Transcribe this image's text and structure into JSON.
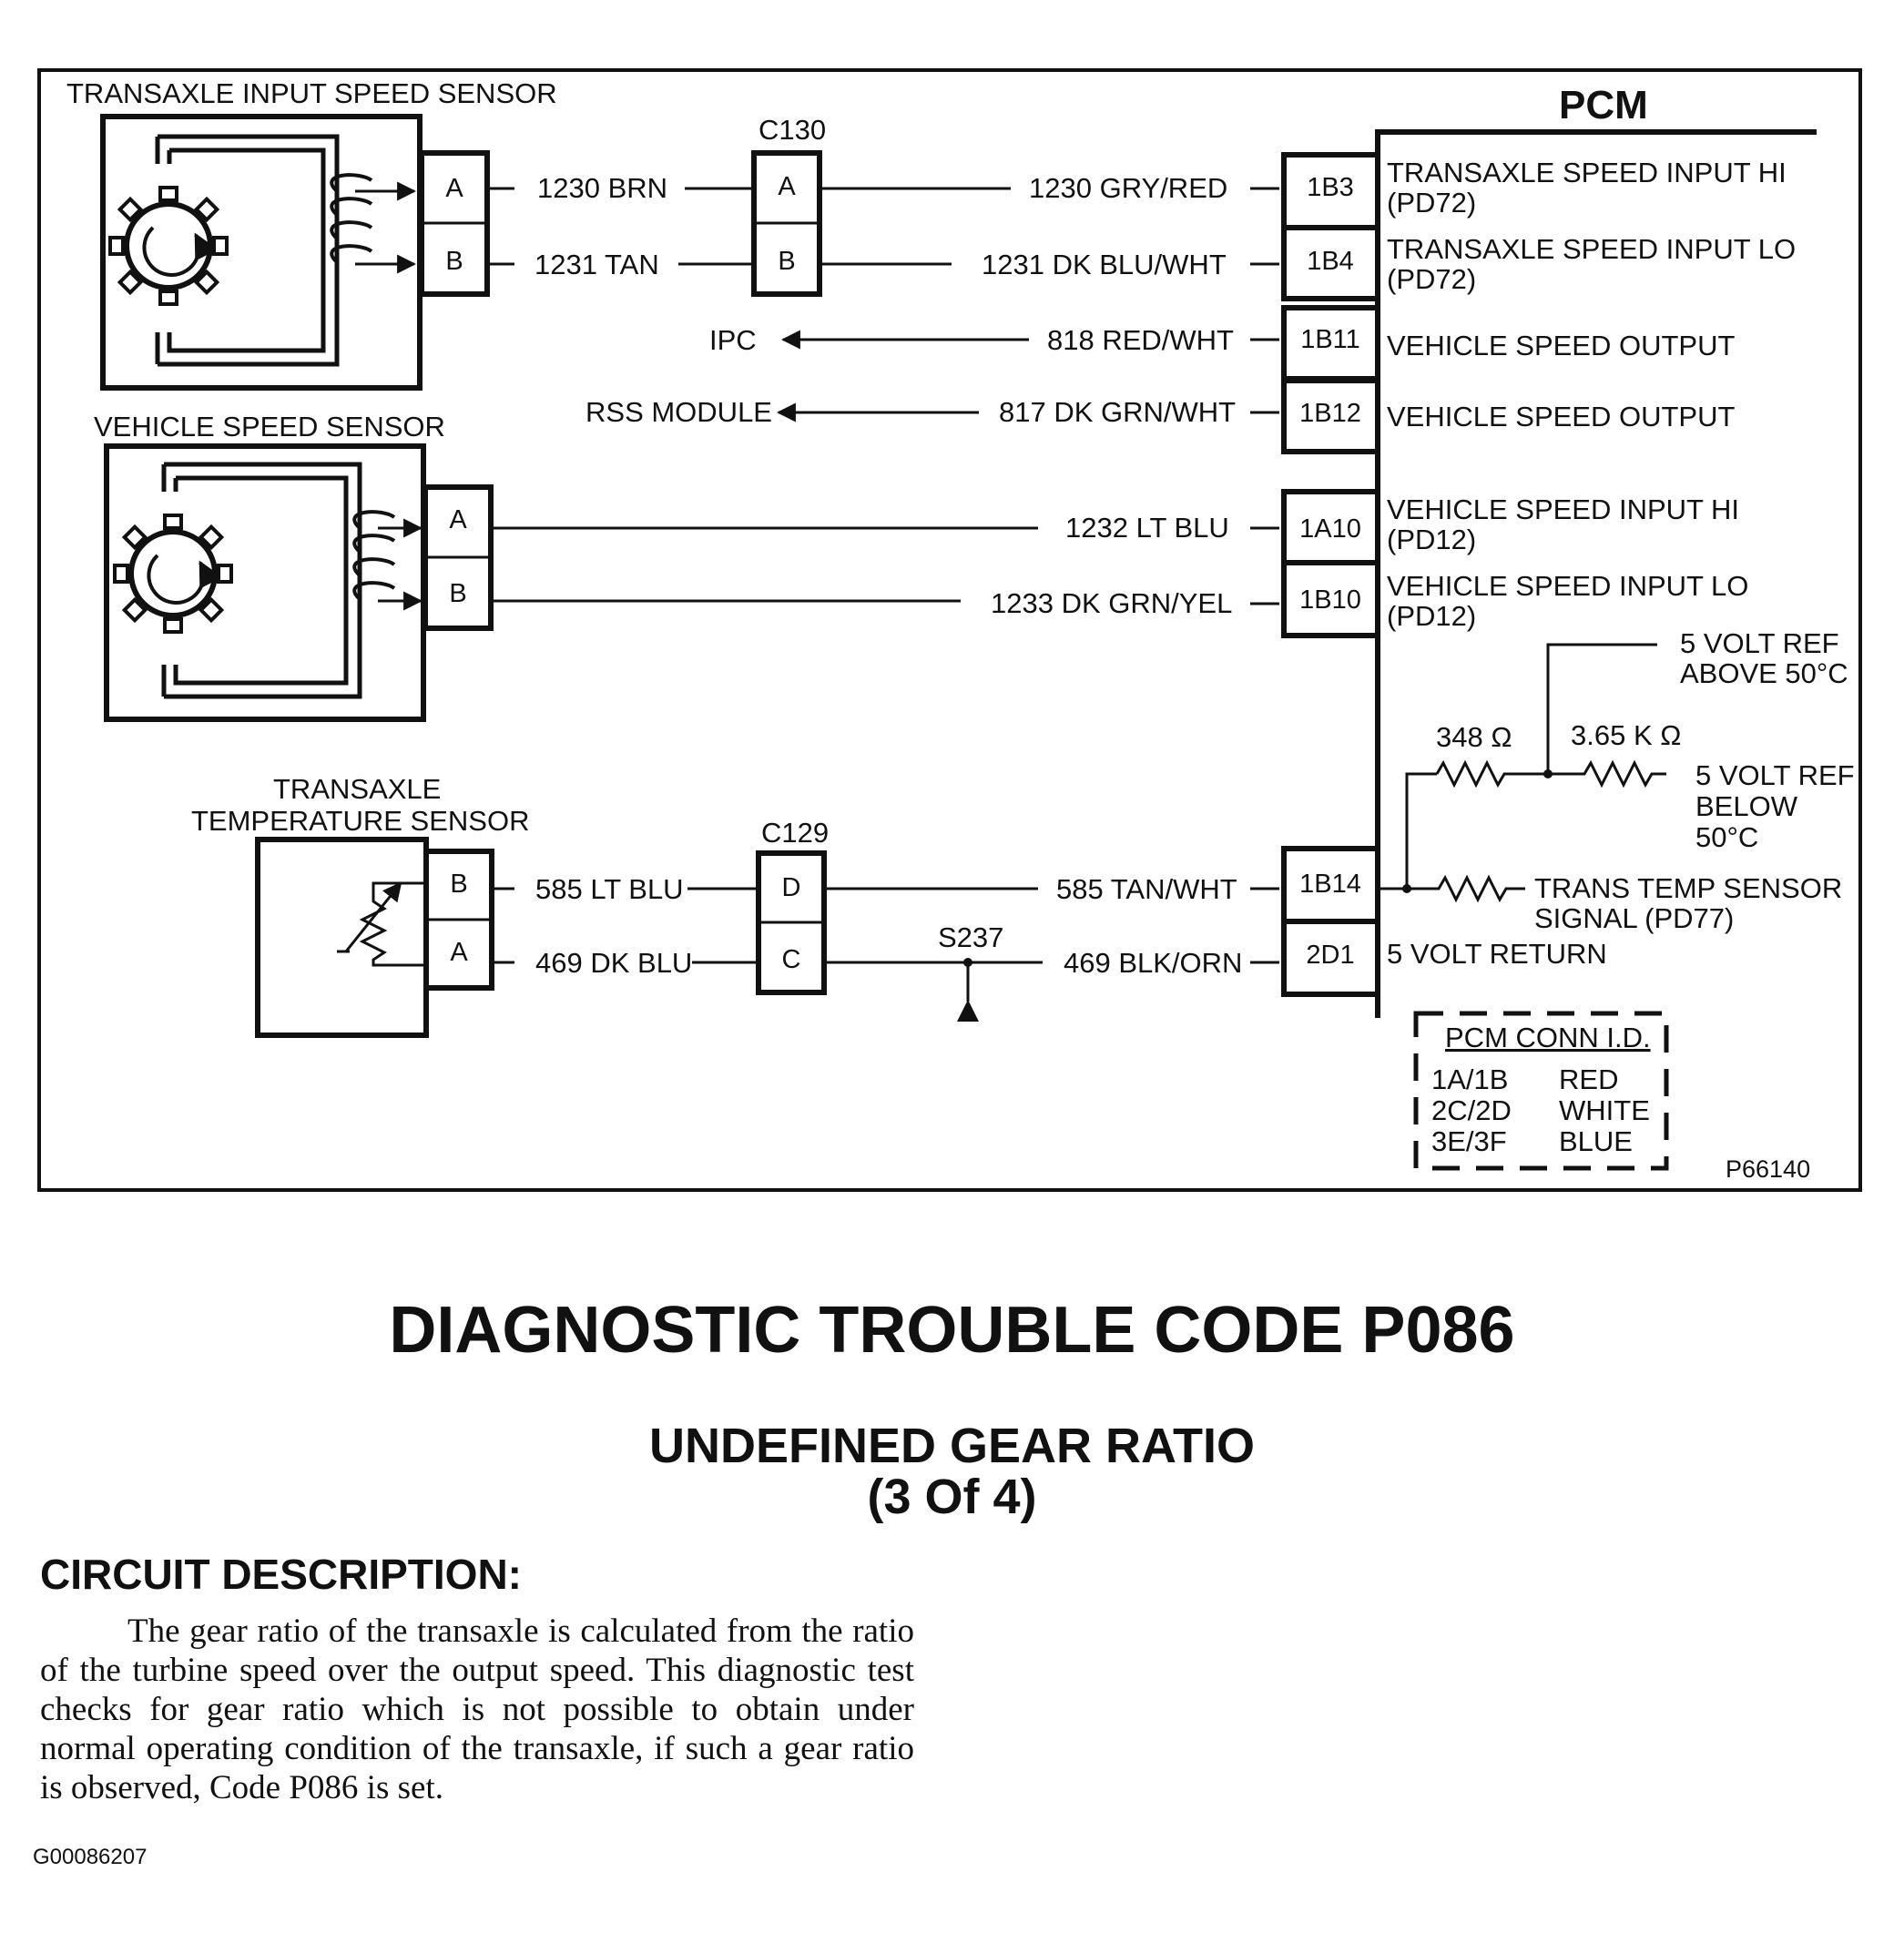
{
  "diagram": {
    "figure_id": "P66140",
    "tiss": {
      "label": "TRANSAXLE INPUT SPEED SENSOR",
      "pins": [
        "A",
        "B"
      ],
      "wires": [
        "1230 BRN",
        "1231 TAN"
      ]
    },
    "c130": {
      "label": "C130",
      "pins": [
        "A",
        "B"
      ]
    },
    "tiss_pcm_wires": [
      "1230 GRY/RED",
      "1231 DK BLU/WHT"
    ],
    "outputs": [
      {
        "dest": "IPC",
        "wire": "818 RED/WHT",
        "pin": "1B11",
        "desc": "VEHICLE SPEED OUTPUT"
      },
      {
        "dest": "RSS MODULE",
        "wire": "817 DK GRN/WHT",
        "pin": "1B12",
        "desc": "VEHICLE SPEED OUTPUT"
      }
    ],
    "vss": {
      "label": "VEHICLE SPEED SENSOR",
      "pins": [
        "A",
        "B"
      ],
      "wires": [
        "1232 LT BLU",
        "1233 DK GRN/YEL"
      ]
    },
    "tts": {
      "label_line1": "TRANSAXLE",
      "label_line2": "TEMPERATURE SENSOR",
      "pins": [
        "B",
        "A"
      ],
      "wires": [
        "585 LT BLU",
        "469 DK BLU"
      ]
    },
    "c129": {
      "label": "C129",
      "pins": [
        "D",
        "C"
      ]
    },
    "tts_pcm_wires": [
      "585 TAN/WHT",
      "469 BLK/ORN"
    ],
    "splice": "S237",
    "pcm": {
      "title": "PCM",
      "pins": [
        "1B3",
        "1B4",
        "1B11",
        "1B12",
        "1A10",
        "1B10",
        "1B14",
        "2D1"
      ],
      "desc": [
        "TRANSAXLE SPEED INPUT  HI",
        "(PD72)",
        "TRANSAXLE SPEED INPUT  LO",
        "(PD72)",
        "VEHICLE SPEED INPUT HI",
        "(PD12)",
        "VEHICLE SPEED INPUT LO",
        "(PD12)",
        "5 VOLT RETURN"
      ],
      "resistor_1": "348 Ω",
      "resistor_2": "3.65 K Ω",
      "ref_above_1": "5 VOLT REF",
      "ref_above_2": "ABOVE 50°C",
      "ref_below_1": "5 VOLT REF",
      "ref_below_2": "BELOW",
      "ref_below_3": "50°C",
      "temp_signal_1": "TRANS TEMP SENSOR",
      "temp_signal_2": "SIGNAL (PD77)"
    },
    "conn_id": {
      "title": "PCM CONN I.D.",
      "rows": [
        {
          "conn": "1A/1B",
          "color": "RED"
        },
        {
          "conn": "2C/2D",
          "color": "WHITE"
        },
        {
          "conn": "3E/3F",
          "color": "BLUE"
        }
      ]
    }
  },
  "heading": "DIAGNOSTIC TROUBLE CODE P086",
  "subheading_1": "UNDEFINED GEAR RATIO",
  "subheading_2": "(3 Of 4)",
  "section_heading": "CIRCUIT DESCRIPTION:",
  "description": "The gear ratio of the transaxle is calculated from the ratio of the turbine speed over the output speed. This diagnostic test checks for gear ratio which is not possible to obtain under normal operating condition of the transaxle, if such a gear ratio is observed, Code P086 is set.",
  "doc_id": "G00086207"
}
